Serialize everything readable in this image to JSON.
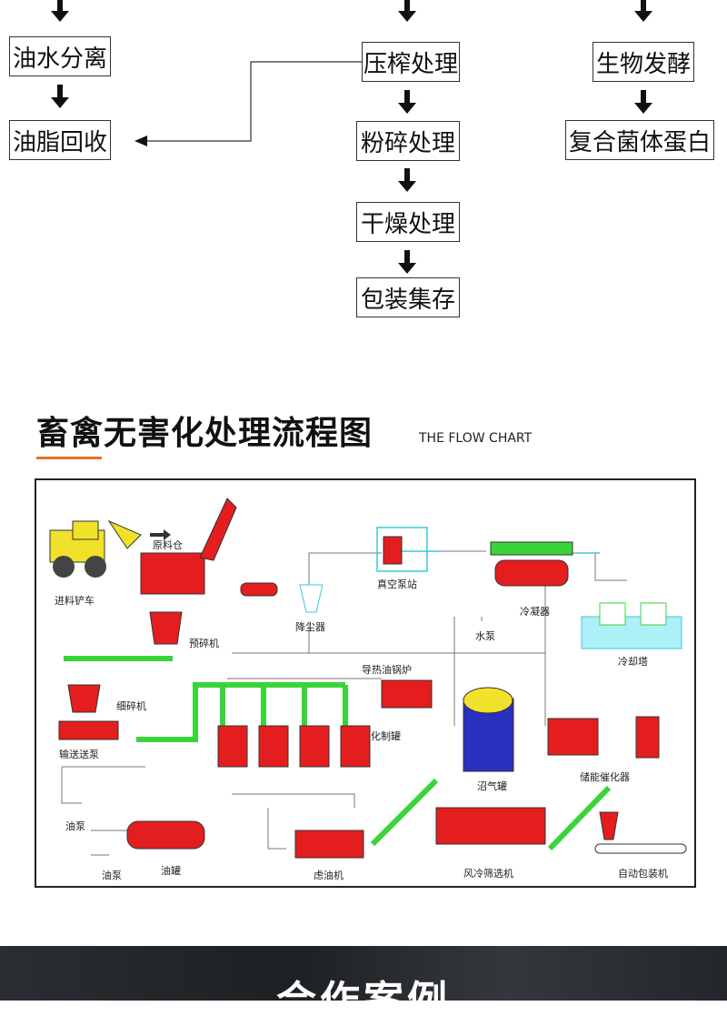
{
  "top_flow": {
    "col1": [
      "油水分离",
      "油脂回收"
    ],
    "col2": [
      "压榨处理",
      "粉碎处理",
      "干燥处理",
      "包装集存"
    ],
    "col3": [
      "生物发酵",
      "复合菌体蛋白"
    ]
  },
  "section": {
    "title": "畜禽无害化处理流程图",
    "subtitle": "THE FLOW CHART"
  },
  "diagram": {
    "labels": {
      "loader": "进料铲车",
      "raw_bin": "原料仓",
      "pre_crusher": "预碎机",
      "fine_crusher": "细碎机",
      "conveyor_pump": "输送送泵",
      "oil_pump_1": "油泵",
      "oil_pump_2": "油泵",
      "oil_tank": "油罐",
      "oil_filter": "虑油机",
      "dust_remover": "降尘器",
      "vacuum_station": "真空泵站",
      "condenser": "冷凝器",
      "water_pump": "水泵",
      "cooling_tower": "冷却塔",
      "oil_furnace": "导热油锅炉",
      "digesters": "化制罐",
      "biogas_tank": "沼气罐",
      "catalyst_storage": "储能催化器",
      "air_screener": "风冷筛选机",
      "auto_packer": "自动包装机"
    }
  },
  "banner": {
    "title": "合作案例"
  }
}
